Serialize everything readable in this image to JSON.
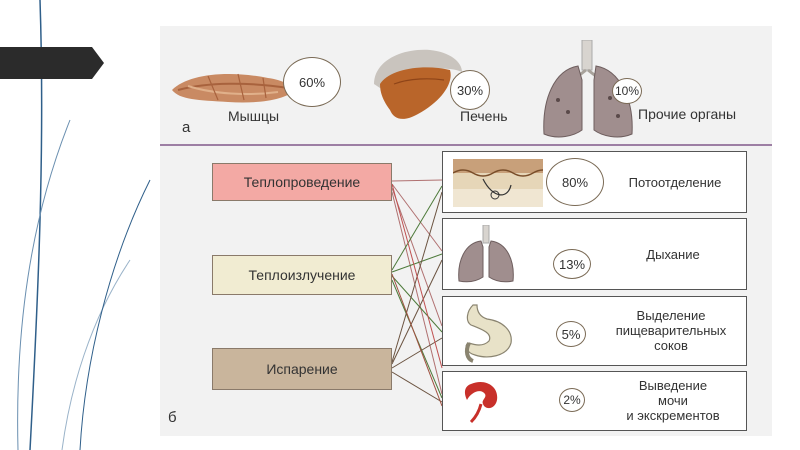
{
  "part_a": {
    "letter": "а",
    "organs": [
      {
        "label": "Мышцы",
        "percent": "60%"
      },
      {
        "label": "Печень",
        "percent": "30%"
      },
      {
        "label": "Прочие органы",
        "percent": "10%"
      }
    ]
  },
  "part_b": {
    "letter": "б",
    "mechanisms": [
      "Теплопроведение",
      "Теплоизлучение",
      "Испарение"
    ],
    "routes": [
      {
        "lines": [
          "Потоотделение"
        ],
        "percent": "80%"
      },
      {
        "lines": [
          "Дыхание"
        ],
        "percent": "13%"
      },
      {
        "lines": [
          "Выделение",
          "пищеварительных",
          "соков"
        ],
        "percent": "5%"
      },
      {
        "lines": [
          "Выведение",
          "мочи",
          "и экскрементов"
        ],
        "percent": "2%"
      }
    ]
  },
  "colors": {
    "conduction_fill": "#f3a9a4",
    "radiation_fill": "#f1ecd2",
    "evaporation_fill": "#c9b59c",
    "dark_tab": "#2b2b2b",
    "deco_line": "#2f5f8a"
  }
}
